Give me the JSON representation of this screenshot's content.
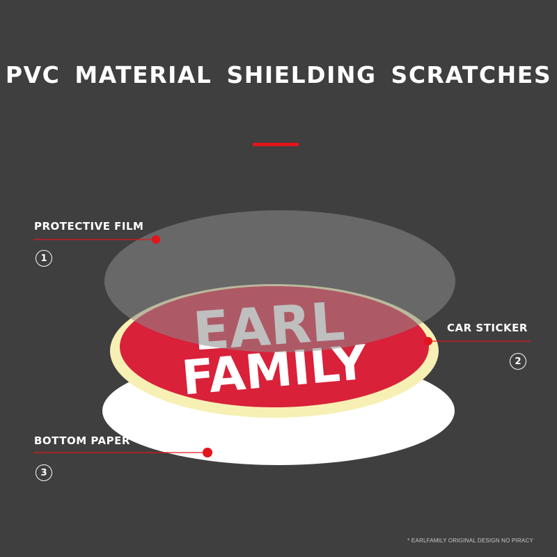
{
  "title": "PVC MATERIAL SHIELDING SCRATCHES",
  "colors": {
    "background": "#3f3f3f",
    "accent_red": "#e3141b",
    "sticker_red": "#d9213a",
    "sticker_rim": "#f6f0b4",
    "paper_white": "#ffffff",
    "film_gray": "#8a8a8a"
  },
  "layers": [
    {
      "label": "PROTECTIVE FILM",
      "number": "1"
    },
    {
      "label": "CAR STICKER",
      "number": "2"
    },
    {
      "label": "BOTTOM PAPER",
      "number": "3"
    }
  ],
  "sticker": {
    "line1": "EARL",
    "line2": "FAMILY"
  },
  "footnote": "* EARLFAMILY  ORIGINAL DESIGN  NO PIRACY"
}
